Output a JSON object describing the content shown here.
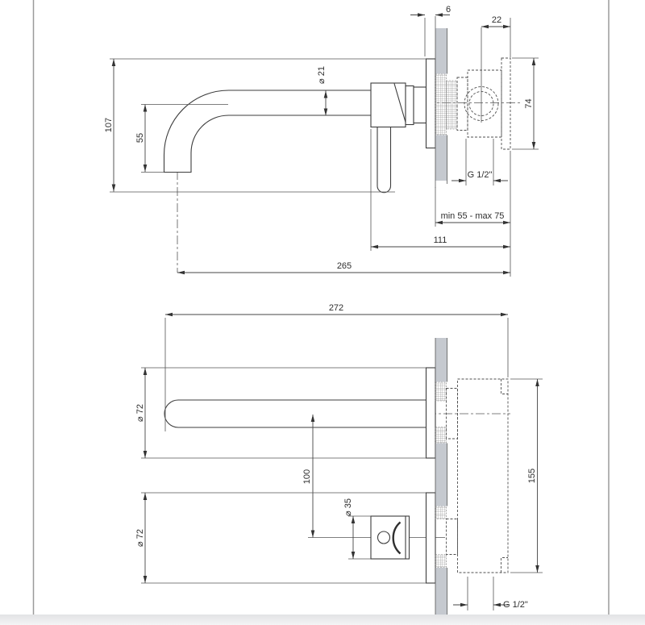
{
  "drawing": {
    "side_view": {
      "plate_thickness": "6",
      "port_offset": "22",
      "valve_height": "74",
      "spout_diameter": "⌀ 21",
      "total_height": "107",
      "spout_drop": "55",
      "thread": "G 1/2\"",
      "embed_depth": "min 55 - max 75",
      "wall_to_flange": "111",
      "total_reach": "265"
    },
    "plan_view": {
      "total_reach": "272",
      "spout_plate_diameter": "⌀ 72",
      "spout_to_handle": "100",
      "handle_plate_diameter": "⌀ 72",
      "handle_diameter": "⌀ 35",
      "valve_height": "155",
      "thread": "G 1/2\""
    },
    "colors": {
      "wall_fill": "#c5c9cf",
      "line": "#3d3d3d",
      "page_border": "#9b9b9b"
    }
  }
}
